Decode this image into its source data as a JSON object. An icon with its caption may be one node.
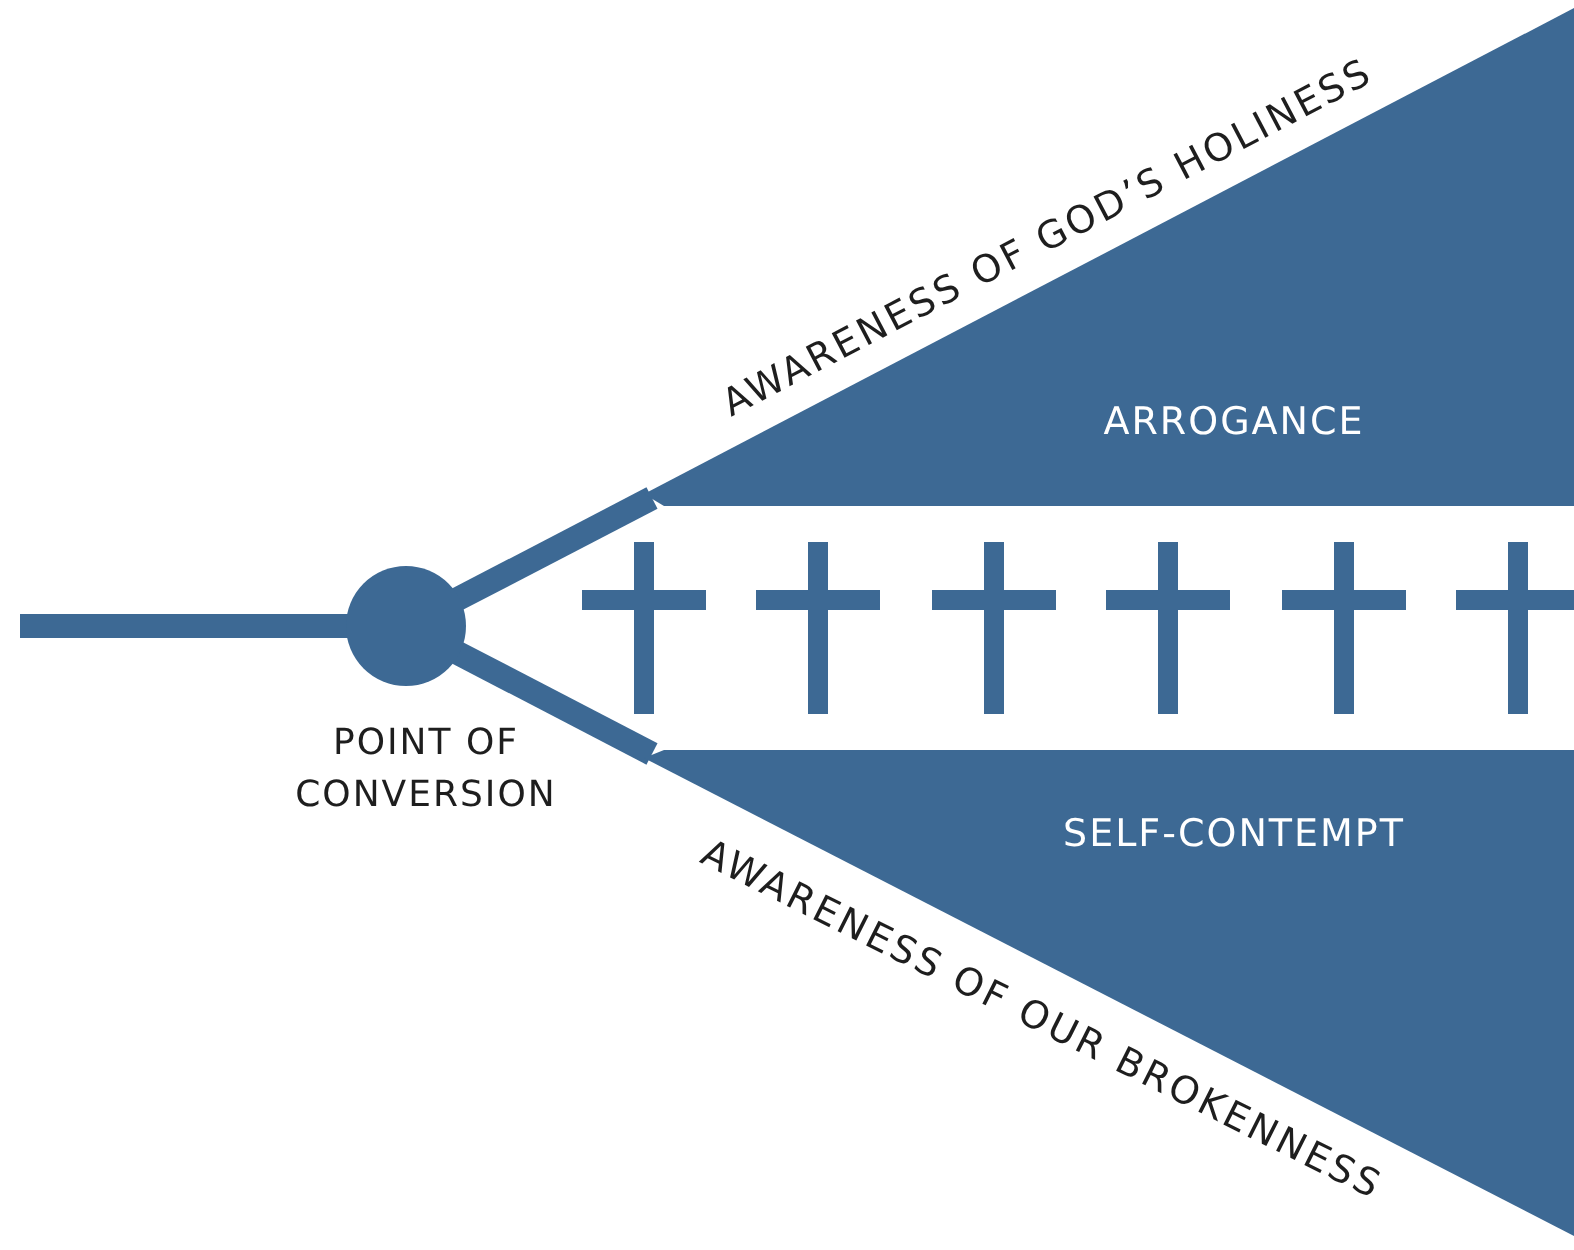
{
  "diagram": {
    "nodes": [
      {
        "text": [
          "POINT OF CONVERSION"
        ]
      },
      {
        "text": [
          "ARROGANCE"
        ]
      },
      {
        "text": [
          "SELF-CONTEMPT"
        ]
      }
    ],
    "edges": [
      {
        "from": null,
        "to": 0,
        "arrow": "none"
      },
      {
        "from": 0,
        "to": 1,
        "arrow": "none",
        "label": "AWARENESS OF GOD’S HOLINESS"
      },
      {
        "from": 0,
        "to": 2,
        "arrow": "none",
        "label": "AWARENESS OF OUR BROKENNESS"
      }
    ]
  }
}
